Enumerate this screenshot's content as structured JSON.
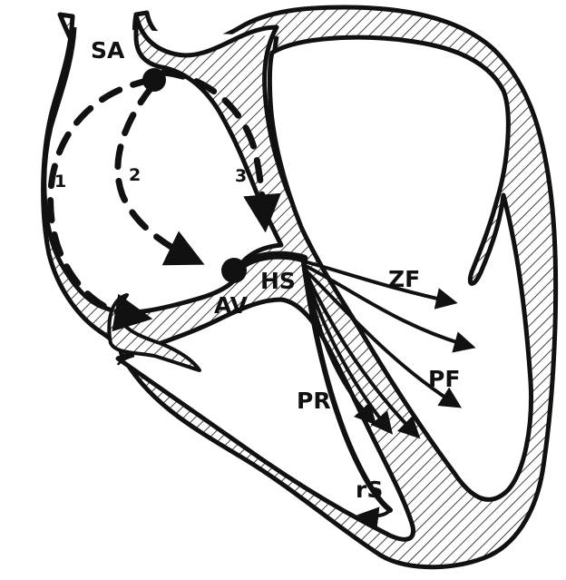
{
  "labels": {
    "sa": "SA",
    "av": "AV",
    "hs": "HS",
    "zf": "ZF",
    "pf": "PF",
    "pr": "PR",
    "rs": "rS",
    "path1": "1",
    "path2": "2",
    "path3": "3"
  },
  "colors": {
    "ink": "#111111",
    "paper": "#ffffff"
  }
}
